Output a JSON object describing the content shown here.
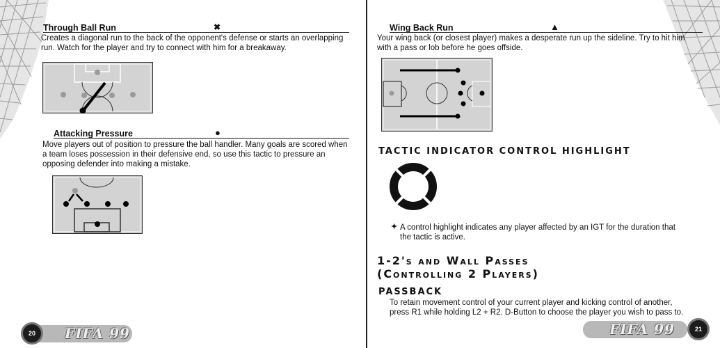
{
  "left_page": {
    "through_ball": {
      "heading": "Through Ball Run",
      "symbol": "✖",
      "text": "Creates a diagonal run to the back of the opponent's defense or starts an overlapping run. Watch for the player and try to connect with him for a breakaway."
    },
    "attacking_pressure": {
      "heading": "Attacking Pressure",
      "symbol": "●",
      "text": "Move players out of position to pressure the ball handler. Many goals are scored when a team loses possession in their defensive end, so use this tactic to pressure an opposing defender into making a mistake."
    },
    "footer": {
      "logo": "FIFA 99",
      "page_number": "20"
    }
  },
  "right_page": {
    "wing_back": {
      "heading": "Wing Back Run",
      "symbol": "▲",
      "text": "Your wing back (or closest player) makes a desperate run up the sideline. Try to hit him with a pass or lob before he goes offside."
    },
    "tactic_highlight": {
      "heading": "Tactic Indicator Control Highlight",
      "bullet_symbol": "✦",
      "bullet_text": "A control highlight indicates any player affected by an IGT for the duration that the tactic is active."
    },
    "wall_passes": {
      "heading_line1": "1-2's and Wall Passes",
      "heading_line2": "(Controlling 2 Players)"
    },
    "passback": {
      "heading": "Passback",
      "text": "To retain movement control of your current player and kicking control of another, press R1 while holding L2 + R2. D-Button to choose the player you wish to pass to."
    },
    "footer": {
      "logo": "FIFA 99",
      "page_number": "21"
    }
  }
}
